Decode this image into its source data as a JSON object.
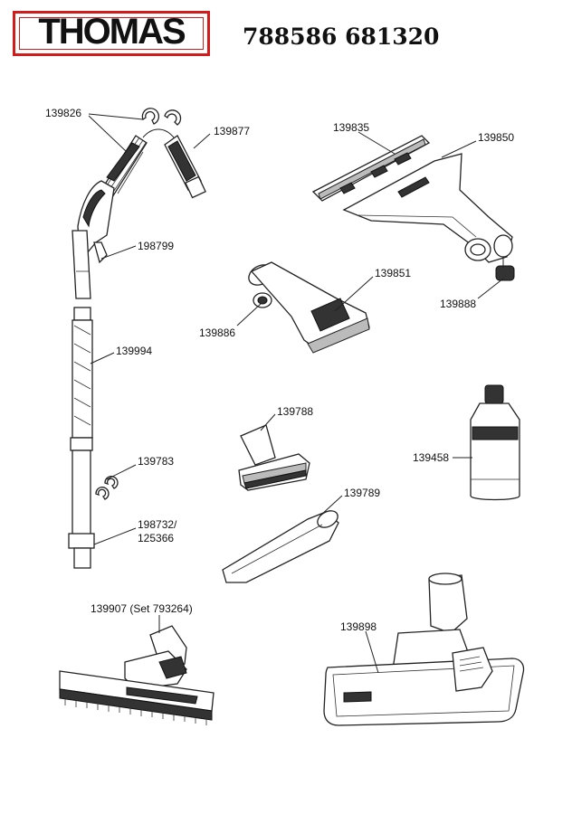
{
  "header": {
    "brand": "THOMAS",
    "model_numbers": "788586 681320"
  },
  "parts": [
    {
      "number": "139826"
    },
    {
      "number": "139877"
    },
    {
      "number": "198799"
    },
    {
      "number": "139994"
    },
    {
      "number": "139783"
    },
    {
      "number": "198732/"
    },
    {
      "number": "125366"
    },
    {
      "number": "139835"
    },
    {
      "number": "139850"
    },
    {
      "number": "139851"
    },
    {
      "number": "139886"
    },
    {
      "number": "139888"
    },
    {
      "number": "139788"
    },
    {
      "number": "139458"
    },
    {
      "number": "139789"
    },
    {
      "number": "139907 (Set 793264)"
    },
    {
      "number": "139898"
    }
  ]
}
